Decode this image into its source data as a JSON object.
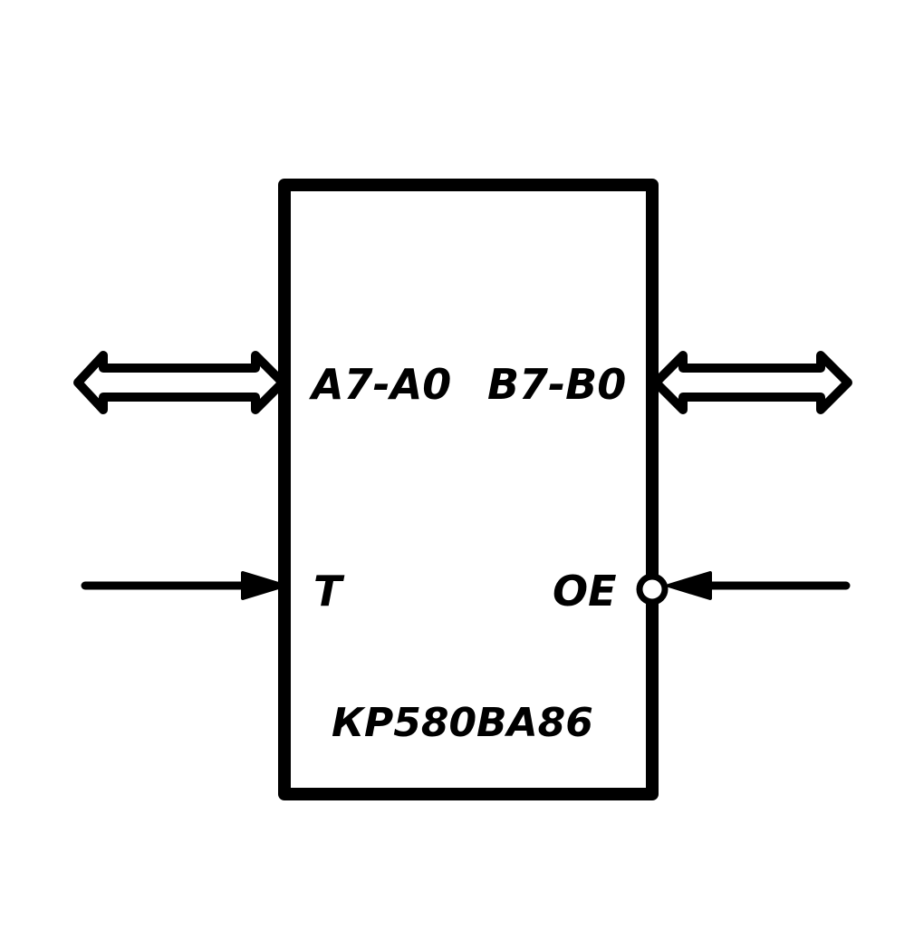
{
  "diagram": {
    "colors": {
      "ink": "#000000",
      "paper": "#ffffff"
    },
    "chip": {
      "part_number": "КР580ВА86",
      "pins": {
        "left_bus": "A7-A0",
        "right_bus": "B7-B0",
        "left_control": "T",
        "right_control": "OE"
      }
    }
  }
}
